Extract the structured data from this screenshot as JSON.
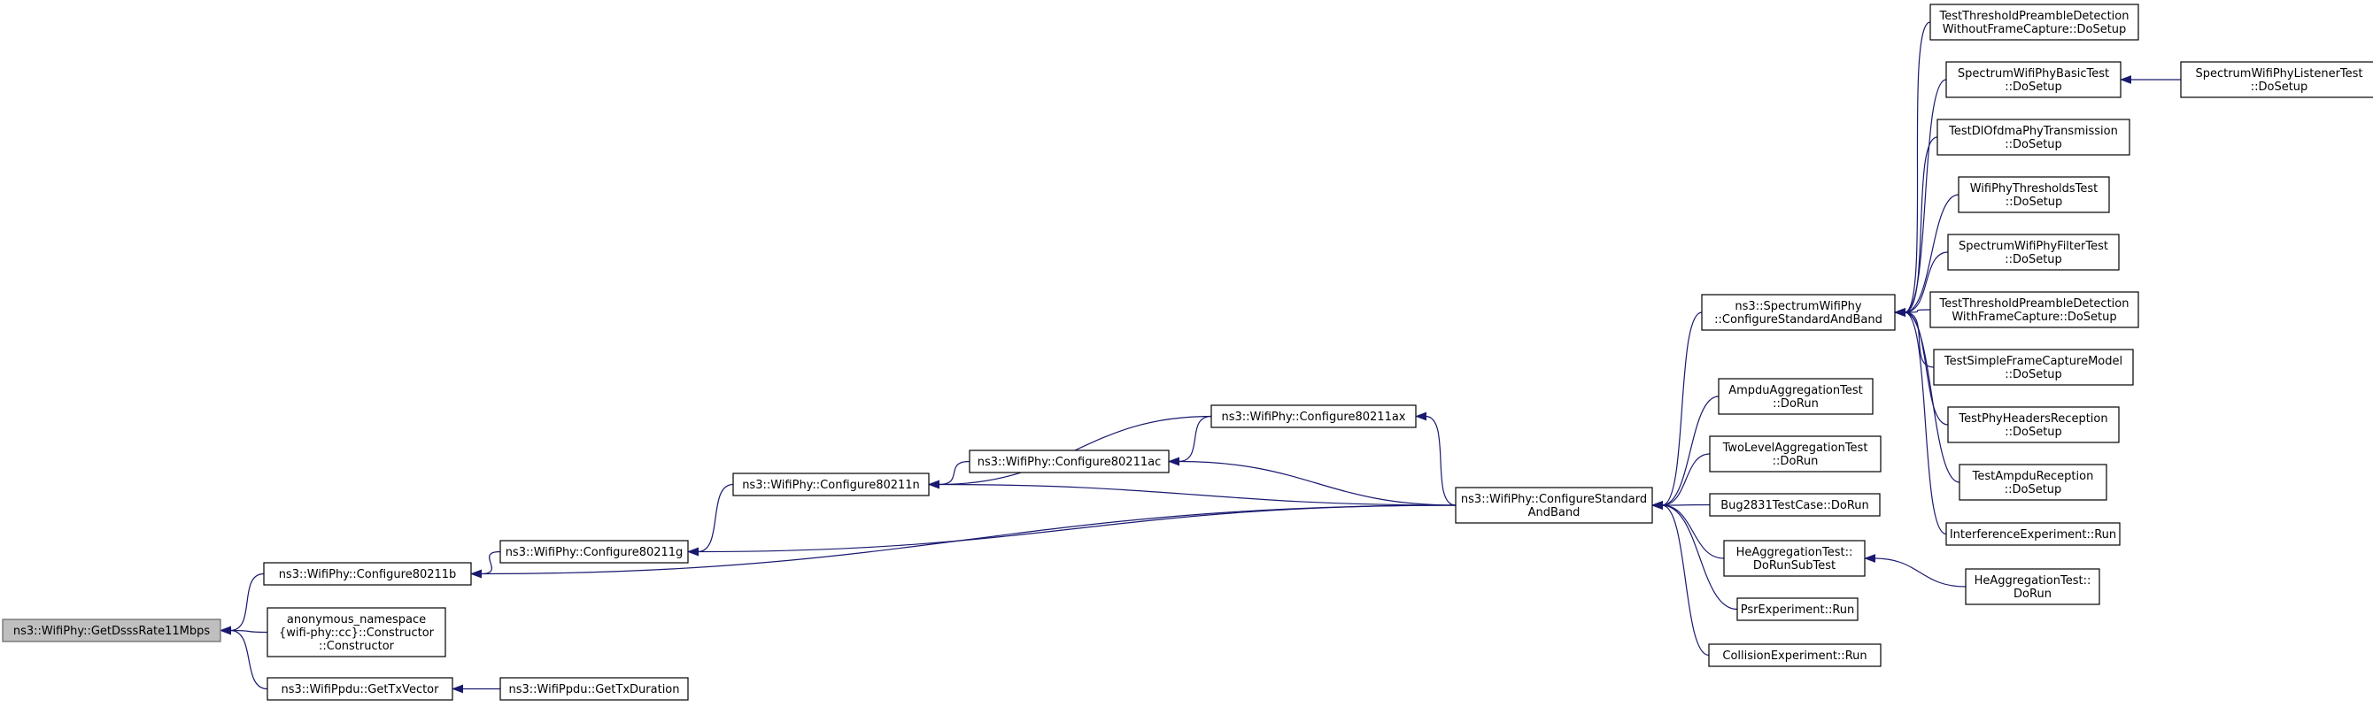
{
  "graph": {
    "colors": {
      "edge": "#191970",
      "node_border": "#000000",
      "root_fill": "#bfbfbf",
      "root_border": "#666666"
    },
    "nodes": [
      {
        "id": "root",
        "lines": [
          "ns3::WifiPhy::GetDsssRate11Mbps"
        ]
      },
      {
        "id": "c80211b",
        "lines": [
          "ns3::WifiPhy::Configure80211b"
        ]
      },
      {
        "id": "anon",
        "lines": [
          "anonymous_namespace",
          "{wifi-phy::cc}::Constructor",
          "::Constructor"
        ]
      },
      {
        "id": "gettxvector",
        "lines": [
          "ns3::WifiPpdu::GetTxVector"
        ]
      },
      {
        "id": "c80211g",
        "lines": [
          "ns3::WifiPhy::Configure80211g"
        ]
      },
      {
        "id": "gettxduration",
        "lines": [
          "ns3::WifiPpdu::GetTxDuration"
        ]
      },
      {
        "id": "c80211n",
        "lines": [
          "ns3::WifiPhy::Configure80211n"
        ]
      },
      {
        "id": "c80211ac",
        "lines": [
          "ns3::WifiPhy::Configure80211ac"
        ]
      },
      {
        "id": "c80211ax",
        "lines": [
          "ns3::WifiPhy::Configure80211ax"
        ]
      },
      {
        "id": "csab",
        "lines": [
          "ns3::WifiPhy::ConfigureStandard",
          "AndBand"
        ]
      },
      {
        "id": "spectrum",
        "lines": [
          "ns3::SpectrumWifiPhy",
          "::ConfigureStandardAndBand"
        ]
      },
      {
        "id": "ampdu",
        "lines": [
          "AmpduAggregationTest",
          "::DoRun"
        ]
      },
      {
        "id": "twolevel",
        "lines": [
          "TwoLevelAggregationTest",
          "::DoRun"
        ]
      },
      {
        "id": "bug2831",
        "lines": [
          "Bug2831TestCase::DoRun"
        ]
      },
      {
        "id": "heaggsub",
        "lines": [
          "HeAggregationTest::",
          "DoRunSubTest"
        ]
      },
      {
        "id": "psr",
        "lines": [
          "PsrExperiment::Run"
        ]
      },
      {
        "id": "collision",
        "lines": [
          "CollisionExperiment::Run"
        ]
      },
      {
        "id": "heaggrun",
        "lines": [
          "HeAggregationTest::",
          "DoRun"
        ]
      },
      {
        "id": "ttpd_wo",
        "lines": [
          "TestThresholdPreambleDetection",
          "WithoutFrameCapture::DoSetup"
        ]
      },
      {
        "id": "swpbt",
        "lines": [
          "SpectrumWifiPhyBasicTest",
          "::DoSetup"
        ]
      },
      {
        "id": "swplt",
        "lines": [
          "SpectrumWifiPhyListenerTest",
          "::DoSetup"
        ]
      },
      {
        "id": "tdlofdma",
        "lines": [
          "TestDlOfdmaPhyTransmission",
          "::DoSetup"
        ]
      },
      {
        "id": "wpthr",
        "lines": [
          "WifiPhyThresholdsTest",
          "::DoSetup"
        ]
      },
      {
        "id": "swpft",
        "lines": [
          "SpectrumWifiPhyFilterTest",
          "::DoSetup"
        ]
      },
      {
        "id": "ttpd_w",
        "lines": [
          "TestThresholdPreambleDetection",
          "WithFrameCapture::DoSetup"
        ]
      },
      {
        "id": "tsfcm",
        "lines": [
          "TestSimpleFrameCaptureModel",
          "::DoSetup"
        ]
      },
      {
        "id": "tphr",
        "lines": [
          "TestPhyHeadersReception",
          "::DoSetup"
        ]
      },
      {
        "id": "tampdu",
        "lines": [
          "TestAmpduReception",
          "::DoSetup"
        ]
      },
      {
        "id": "interf",
        "lines": [
          "InterferenceExperiment::Run"
        ]
      }
    ],
    "edges": [
      {
        "from": "c80211b",
        "to": "root"
      },
      {
        "from": "anon",
        "to": "root"
      },
      {
        "from": "gettxvector",
        "to": "root"
      },
      {
        "from": "c80211g",
        "to": "c80211b"
      },
      {
        "from": "csab",
        "to": "c80211b"
      },
      {
        "from": "gettxduration",
        "to": "gettxvector"
      },
      {
        "from": "c80211n",
        "to": "c80211g"
      },
      {
        "from": "csab",
        "to": "c80211g"
      },
      {
        "from": "c80211ac",
        "to": "c80211n"
      },
      {
        "from": "c80211ax",
        "to": "c80211n"
      },
      {
        "from": "csab",
        "to": "c80211n"
      },
      {
        "from": "c80211ax",
        "to": "c80211ac"
      },
      {
        "from": "csab",
        "to": "c80211ac"
      },
      {
        "from": "csab",
        "to": "c80211ax"
      },
      {
        "from": "spectrum",
        "to": "csab"
      },
      {
        "from": "ampdu",
        "to": "csab"
      },
      {
        "from": "twolevel",
        "to": "csab"
      },
      {
        "from": "bug2831",
        "to": "csab"
      },
      {
        "from": "heaggsub",
        "to": "csab"
      },
      {
        "from": "psr",
        "to": "csab"
      },
      {
        "from": "collision",
        "to": "csab"
      },
      {
        "from": "heaggrun",
        "to": "heaggsub"
      },
      {
        "from": "ttpd_wo",
        "to": "spectrum"
      },
      {
        "from": "swpbt",
        "to": "spectrum"
      },
      {
        "from": "tdlofdma",
        "to": "spectrum"
      },
      {
        "from": "wpthr",
        "to": "spectrum"
      },
      {
        "from": "swpft",
        "to": "spectrum"
      },
      {
        "from": "ttpd_w",
        "to": "spectrum"
      },
      {
        "from": "tsfcm",
        "to": "spectrum"
      },
      {
        "from": "tphr",
        "to": "spectrum"
      },
      {
        "from": "tampdu",
        "to": "spectrum"
      },
      {
        "from": "interf",
        "to": "spectrum"
      },
      {
        "from": "swplt",
        "to": "swpbt"
      }
    ]
  }
}
